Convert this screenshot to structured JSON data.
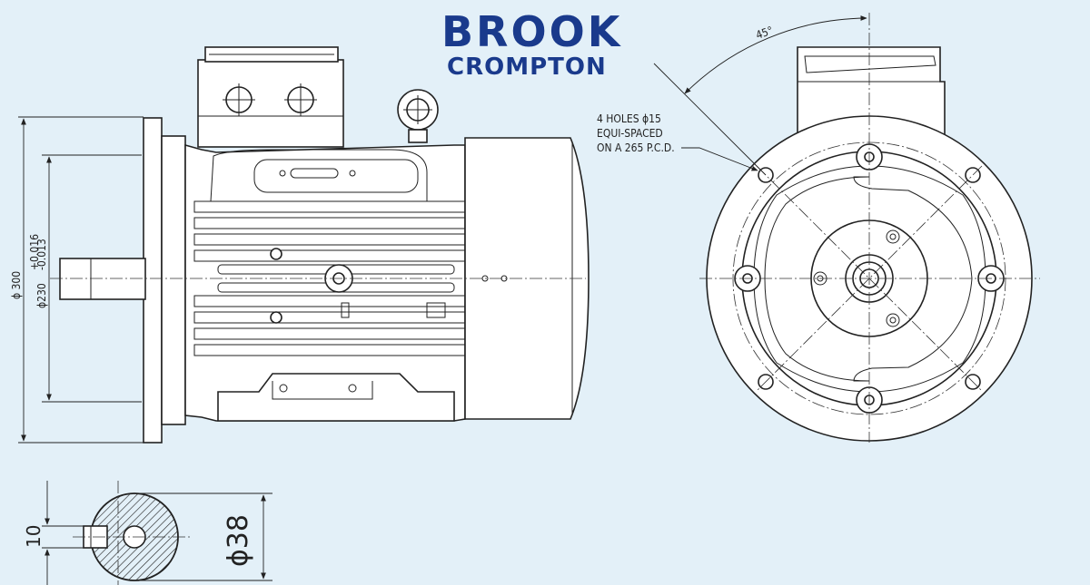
{
  "brand": {
    "line1": "BROOK",
    "line2": "CROMPTON",
    "color": "#1a3a8c"
  },
  "dimensions": {
    "flange_dia": "ϕ 300",
    "spigot_dia": "ϕ230",
    "spigot_tol_upper": "+0.016",
    "spigot_tol_lower": "-0.013",
    "angle": "45°",
    "holes_line1": "4 HOLES ϕ15",
    "holes_line2": "EQUI-SPACED",
    "holes_line3": "ON A 265 P.C.D.",
    "key_width": "10",
    "shaft_dia": "ϕ38"
  },
  "colors": {
    "background": "#e3f0f8",
    "line": "#222222",
    "body": "#ffffff"
  }
}
